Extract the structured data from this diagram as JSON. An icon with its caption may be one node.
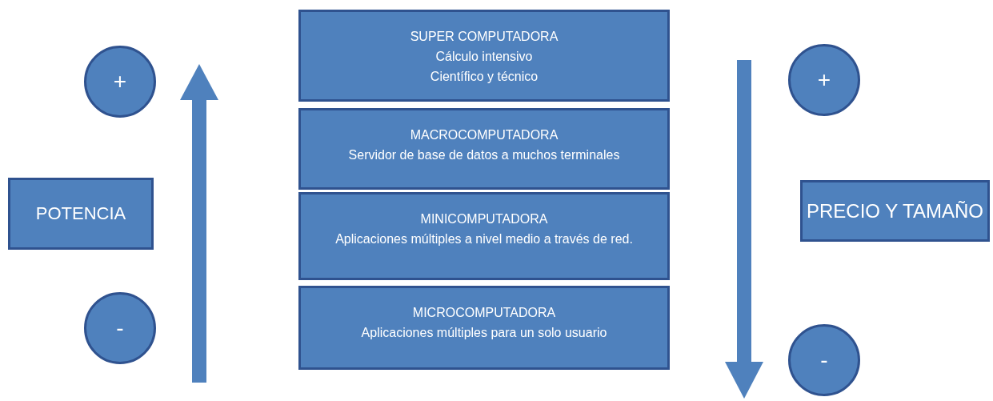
{
  "diagram": {
    "nodes": [
      {
        "text": [
          "+"
        ]
      },
      {
        "text": [
          "-"
        ]
      },
      {
        "text": [
          "POTENCIA"
        ]
      },
      {
        "text": [
          "SUPER COMPUTADORA",
          "Cálculo intensivo",
          "Científico y técnico"
        ]
      },
      {
        "text": [
          "MACROCOMPUTADORA",
          "Servidor de base de datos a muchos terminales"
        ]
      },
      {
        "text": [
          "MINICOMPUTADORA",
          "Aplicaciones múltiples a nivel medio a través de red."
        ]
      },
      {
        "text": [
          "MICROCOMPUTADORA",
          "Aplicaciones múltiples para un solo usuario"
        ]
      },
      {
        "text": [
          "PRECIO Y TAMAÑO"
        ]
      },
      {
        "text": [
          "+"
        ]
      },
      {
        "text": [
          "-"
        ]
      }
    ]
  }
}
